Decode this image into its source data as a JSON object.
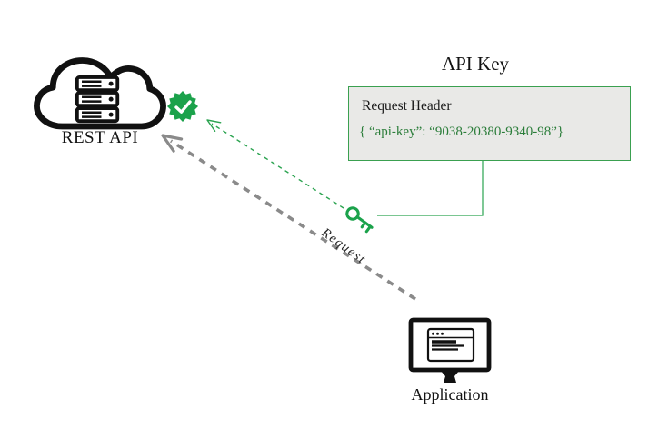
{
  "title": "API Key",
  "nodes": {
    "rest_api": {
      "label": "REST API"
    },
    "application": {
      "label": "Application"
    }
  },
  "key_box": {
    "header": "Request Header",
    "code": "{ “api-key”: “9038-20380-9340-98”}"
  },
  "arrows": {
    "request_label": "Request"
  },
  "icons": {
    "cloud": "cloud-server-icon",
    "badge": "verified-check-badge-icon",
    "key": "api-key-icon",
    "monitor": "application-monitor-icon"
  },
  "colors": {
    "accent_green": "#1ba24b",
    "line_green": "#2aa34f",
    "code_green": "#2b7d3a",
    "box_fill": "#e9e9e7",
    "box_border": "#3aa050",
    "arrow_gray": "#8a8a8a",
    "ink_black": "#121212"
  }
}
